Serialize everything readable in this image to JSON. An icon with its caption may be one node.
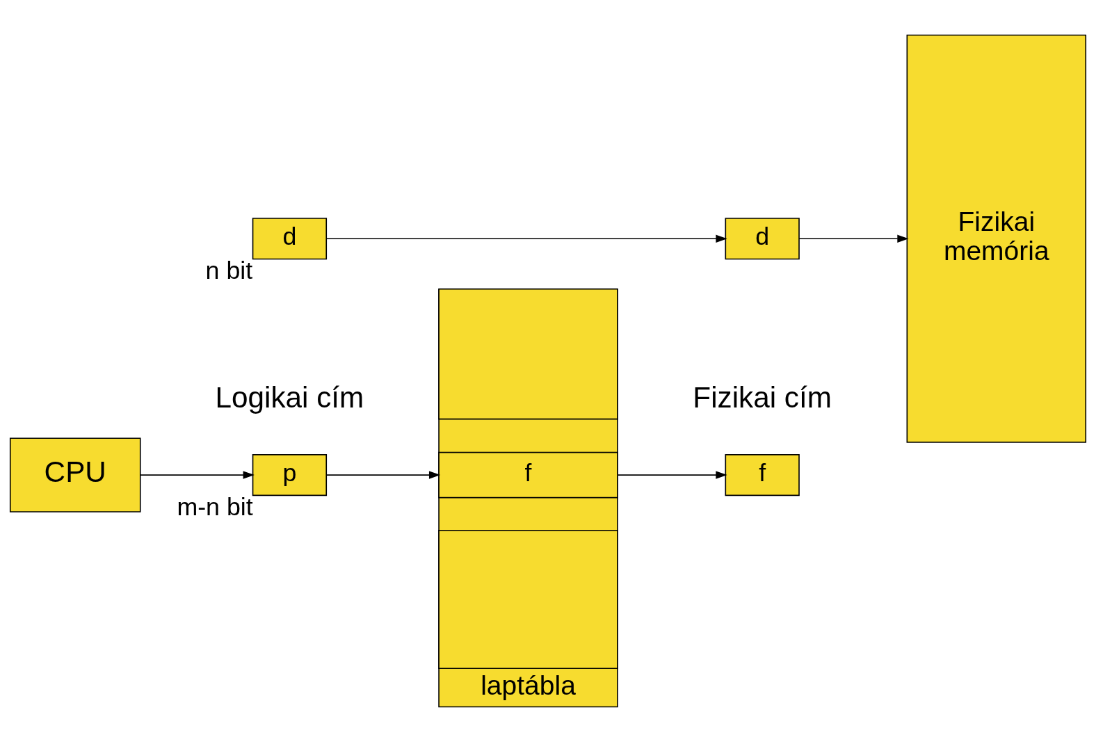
{
  "diagram": {
    "nodes": [
      {
        "text": [
          "CPU"
        ]
      },
      {
        "text": [
          "p"
        ],
        "beside": [
          "m-n bit"
        ]
      },
      {
        "text": [
          "d"
        ],
        "beside": [
          "n bit"
        ]
      },
      {
        "text": [
          "f"
        ]
      },
      {
        "text": [
          "d"
        ]
      },
      {
        "text": [
          "Fizikai memória"
        ]
      },
      {
        "text": [
          "laptábla"
        ]
      },
      {
        "text": [],
        "shape": "box",
        "in": 6
      },
      {
        "text": [
          "f"
        ],
        "in": 6
      },
      {
        "text": [],
        "shape": "box",
        "in": 6
      }
    ],
    "edges": [
      {
        "from": 0,
        "to": 1,
        "arrow": "to"
      },
      {
        "from": 1,
        "to": 8,
        "arrow": "to"
      },
      {
        "from": 8,
        "to": 3,
        "arrow": "to"
      },
      {
        "from": 2,
        "to": 4,
        "arrow": "to"
      },
      {
        "from": 4,
        "to": 5,
        "arrow": "to"
      }
    ],
    "labels": [
      "Logikai cím",
      "Fizikai cím"
    ]
  }
}
